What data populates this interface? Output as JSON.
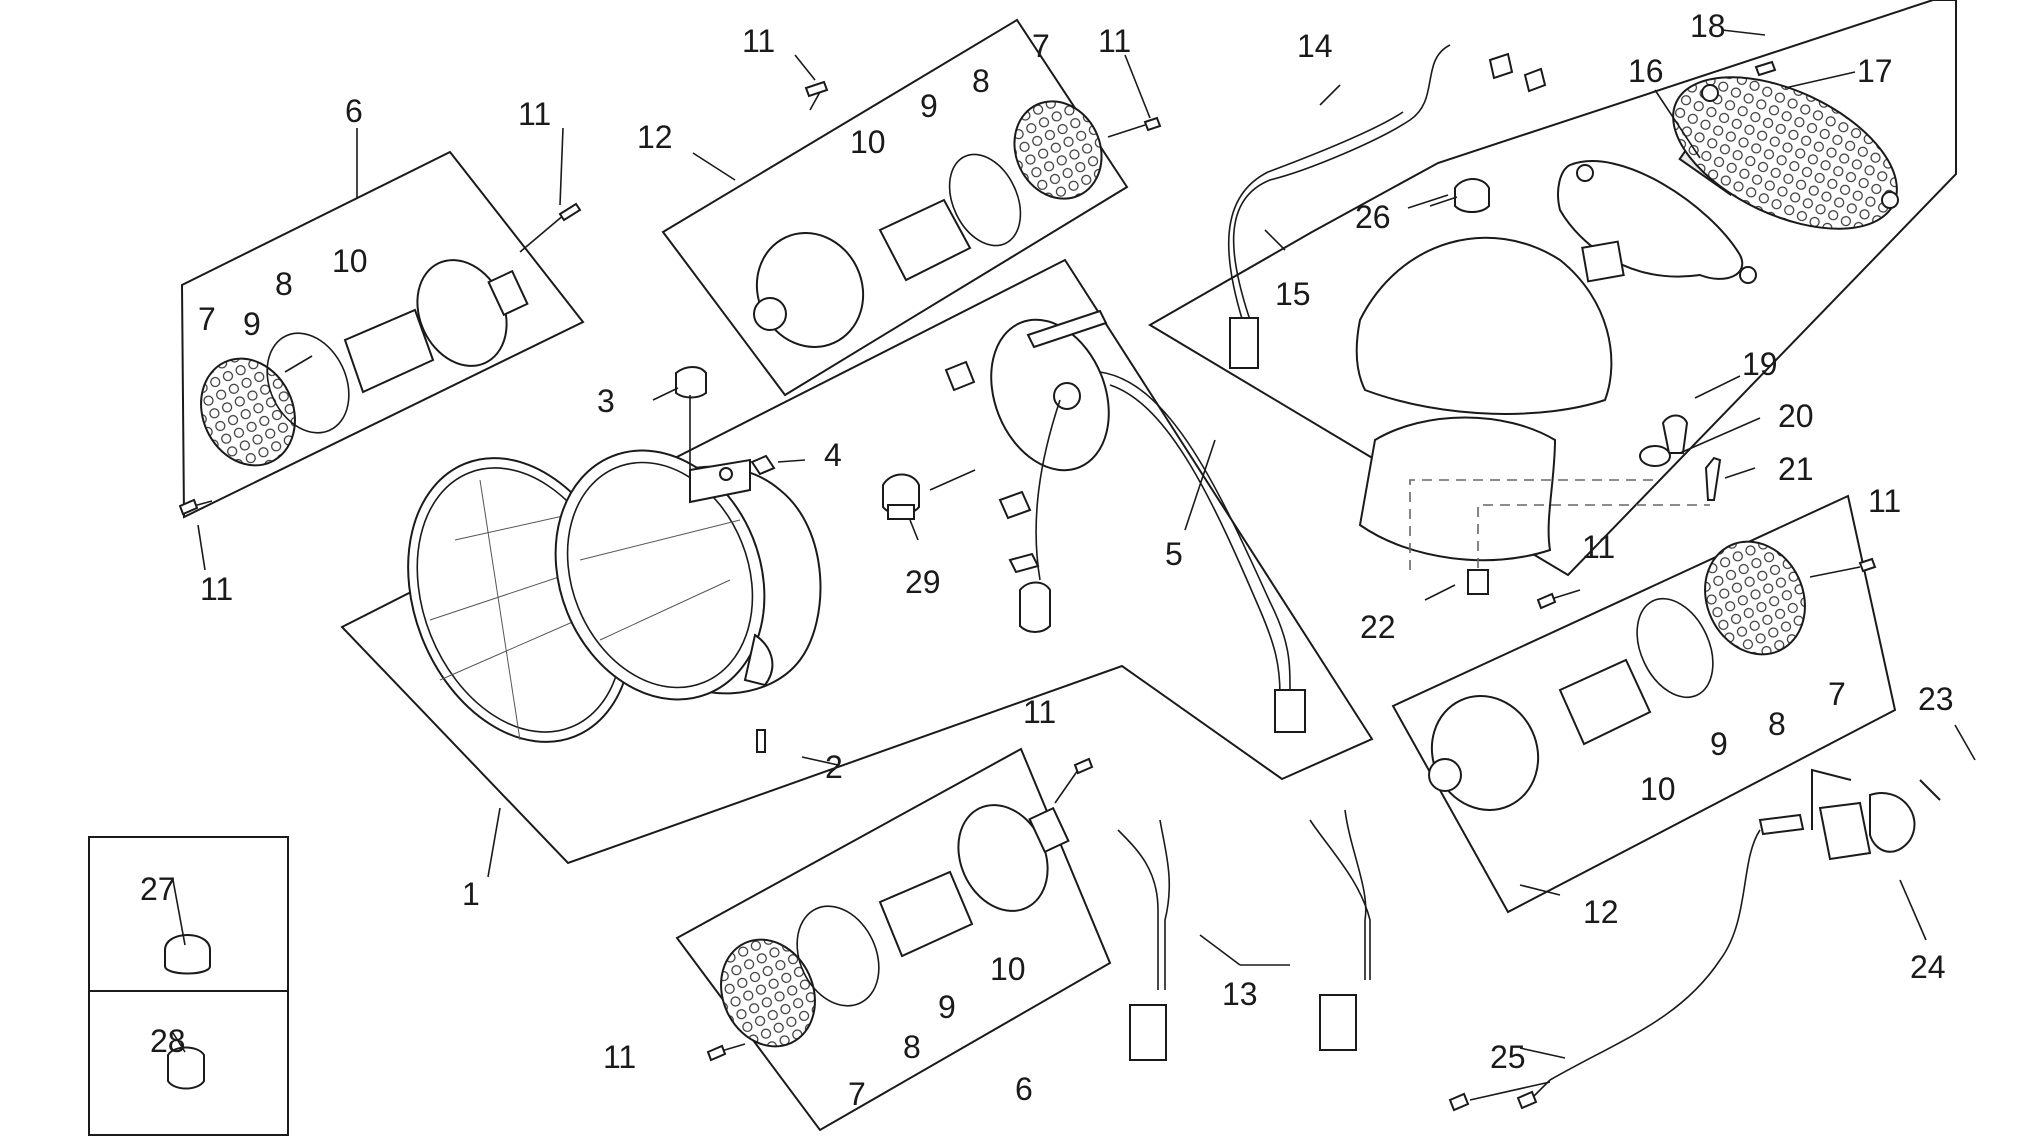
{
  "callouts": [
    {
      "id": "c1",
      "text": "1"
    },
    {
      "id": "c2",
      "text": "2"
    },
    {
      "id": "c3",
      "text": "3"
    },
    {
      "id": "c4",
      "text": "4"
    },
    {
      "id": "c5",
      "text": "5"
    },
    {
      "id": "c6a",
      "text": "6"
    },
    {
      "id": "c6b",
      "text": "6"
    },
    {
      "id": "c7a",
      "text": "7"
    },
    {
      "id": "c7b",
      "text": "7"
    },
    {
      "id": "c7c",
      "text": "7"
    },
    {
      "id": "c7d",
      "text": "7"
    },
    {
      "id": "c8a",
      "text": "8"
    },
    {
      "id": "c8b",
      "text": "8"
    },
    {
      "id": "c8c",
      "text": "8"
    },
    {
      "id": "c8d",
      "text": "8"
    },
    {
      "id": "c9a",
      "text": "9"
    },
    {
      "id": "c9b",
      "text": "9"
    },
    {
      "id": "c9c",
      "text": "9"
    },
    {
      "id": "c9d",
      "text": "9"
    },
    {
      "id": "c10a",
      "text": "10"
    },
    {
      "id": "c10b",
      "text": "10"
    },
    {
      "id": "c10c",
      "text": "10"
    },
    {
      "id": "c10d",
      "text": "10"
    },
    {
      "id": "c11a",
      "text": "11"
    },
    {
      "id": "c11b",
      "text": "11"
    },
    {
      "id": "c11c",
      "text": "11"
    },
    {
      "id": "c11d",
      "text": "11"
    },
    {
      "id": "c11e",
      "text": "11"
    },
    {
      "id": "c11f",
      "text": "11"
    },
    {
      "id": "c11g",
      "text": "11"
    },
    {
      "id": "c11h",
      "text": "11"
    },
    {
      "id": "c12a",
      "text": "12"
    },
    {
      "id": "c12b",
      "text": "12"
    },
    {
      "id": "c13",
      "text": "13"
    },
    {
      "id": "c14",
      "text": "14"
    },
    {
      "id": "c15",
      "text": "15"
    },
    {
      "id": "c16",
      "text": "16"
    },
    {
      "id": "c17",
      "text": "17"
    },
    {
      "id": "c18",
      "text": "18"
    },
    {
      "id": "c19",
      "text": "19"
    },
    {
      "id": "c20",
      "text": "20"
    },
    {
      "id": "c21",
      "text": "21"
    },
    {
      "id": "c22",
      "text": "22"
    },
    {
      "id": "c23",
      "text": "23"
    },
    {
      "id": "c24",
      "text": "24"
    },
    {
      "id": "c25",
      "text": "25"
    },
    {
      "id": "c26",
      "text": "26"
    },
    {
      "id": "c27",
      "text": "27"
    },
    {
      "id": "c28",
      "text": "28"
    },
    {
      "id": "c29",
      "text": "29"
    }
  ]
}
